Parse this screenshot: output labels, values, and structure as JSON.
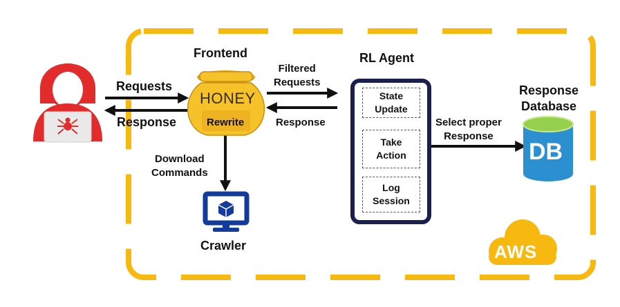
{
  "labels": {
    "frontend": "Frontend",
    "requests": "Requests",
    "response_left": "Response",
    "filtered_requests": "Filtered\nRequests",
    "response_mid": "Response",
    "rl_agent": "RL Agent",
    "honey": "HONEY",
    "rewrite": "Rewrite",
    "download_commands": "Download\nCommands",
    "crawler": "Crawler",
    "select_proper_response": "Select proper\nResponse",
    "response_database": "Response\nDatabase",
    "db": "DB",
    "aws": "AWS"
  },
  "rl_agent_steps": [
    "State\nUpdate",
    "Take\nAction",
    "Log\nSession"
  ],
  "colors": {
    "aws_border": "#f7b90f",
    "honey_pot": "#f6c22a",
    "rl_frame": "#1a1f4d",
    "crawler_icon": "#123b9c",
    "db_body": "#2c8fd0",
    "db_top": "#96d14d",
    "hacker_red": "#e22b2b"
  },
  "icons": [
    "hacker-icon",
    "honeypot-icon",
    "monitor-cube-icon",
    "database-icon",
    "aws-cloud-icon"
  ]
}
